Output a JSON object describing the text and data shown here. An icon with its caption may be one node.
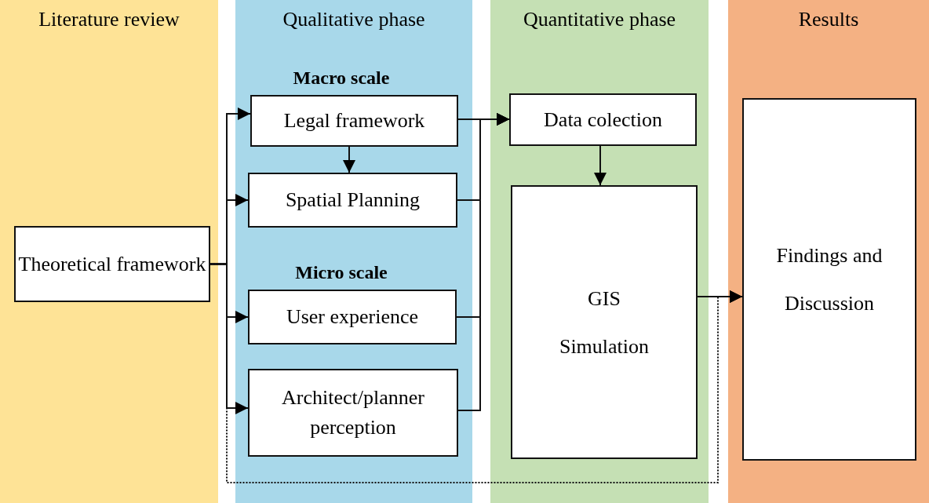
{
  "diagram": {
    "nodes": [
      {
        "text": [
          "Literature review"
        ]
      },
      {
        "text": [
          "Qualitative phase"
        ]
      },
      {
        "text": [
          "Quantitative phase"
        ]
      },
      {
        "text": [
          "Results"
        ]
      },
      {
        "text": [
          "Theoretical framework"
        ],
        "in": 0
      },
      {
        "text": [
          "Legal framework"
        ],
        "in": 1
      },
      {
        "text": [
          "Spatial Planning"
        ],
        "in": 1
      },
      {
        "text": [
          "User experience"
        ],
        "in": 1
      },
      {
        "text": [
          "Architect/planner perception"
        ],
        "in": 1
      },
      {
        "text": [
          "Data colection"
        ],
        "in": 2
      },
      {
        "text": [
          "GIS Simulation"
        ],
        "in": 2
      },
      {
        "text": [
          "Findings and Discussion"
        ],
        "in": 3
      }
    ],
    "edges": [
      {
        "from": 4,
        "to": 5,
        "arrow": "to"
      },
      {
        "from": 4,
        "to": 6,
        "arrow": "to"
      },
      {
        "from": 4,
        "to": 7,
        "arrow": "to"
      },
      {
        "from": 4,
        "to": 8,
        "arrow": "to"
      },
      {
        "from": 5,
        "to": 6,
        "arrow": "to"
      },
      {
        "from": 5,
        "to": 9,
        "arrow": "to"
      },
      {
        "from": 6,
        "to": 9,
        "arrow": "to"
      },
      {
        "from": 7,
        "to": 9,
        "arrow": "to"
      },
      {
        "from": 8,
        "to": 9,
        "arrow": "to"
      },
      {
        "from": 9,
        "to": 10,
        "arrow": "to"
      },
      {
        "from": 10,
        "to": 11,
        "arrow": "to"
      },
      {
        "from": 4,
        "to": 11,
        "arrow": "to",
        "style": "dashed"
      }
    ],
    "labels": [
      "Macro scale",
      "Micro scale"
    ]
  }
}
